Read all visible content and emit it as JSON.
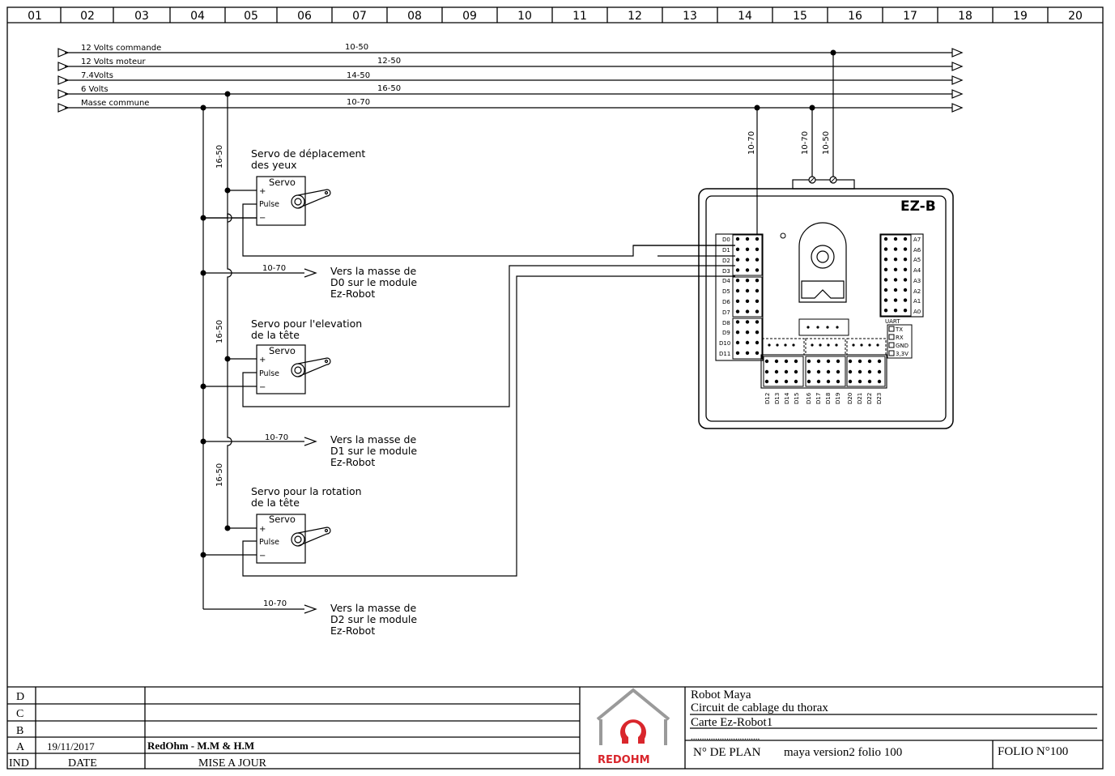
{
  "columns": [
    "01",
    "02",
    "03",
    "04",
    "05",
    "06",
    "07",
    "08",
    "09",
    "10",
    "11",
    "12",
    "13",
    "14",
    "15",
    "16",
    "17",
    "18",
    "19",
    "20"
  ],
  "buses": [
    {
      "label": "12 Volts commande",
      "cable": "10-50"
    },
    {
      "label": "12 Volts moteur",
      "cable": "12-50"
    },
    {
      "label": "7.4Volts",
      "cable": "14-50"
    },
    {
      "label": "6 Volts",
      "cable": "16-50"
    },
    {
      "label": "Masse commune",
      "cable": "10-70"
    }
  ],
  "servos": [
    {
      "title_line1": "Servo de déplacement",
      "title_line2": "des yeux",
      "box": "Servo",
      "plus": "+",
      "pulse": "Pulse",
      "minus": "−",
      "cable": "16-50"
    },
    {
      "title_line1": "Servo pour l'elevation",
      "title_line2": "de la tête",
      "box": "Servo",
      "plus": "+",
      "pulse": "Pulse",
      "minus": "−",
      "cable": "16-50"
    },
    {
      "title_line1": "Servo pour la rotation",
      "title_line2": "de la tête",
      "box": "Servo",
      "plus": "+",
      "pulse": "Pulse",
      "minus": "−",
      "cable": "16-50"
    }
  ],
  "ground_refs": [
    {
      "cable": "10-70",
      "line1": "Vers la masse de",
      "line2": "D0 sur le module",
      "line3": "Ez-Robot"
    },
    {
      "cable": "10-70",
      "line1": "Vers la masse de",
      "line2": "D1 sur le module",
      "line3": "Ez-Robot"
    },
    {
      "cable": "10-70",
      "line1": "Vers la masse de",
      "line2": "D2 sur le module",
      "line3": "Ez-Robot"
    }
  ],
  "board_cables": [
    "10-70",
    "10-70",
    "10-50"
  ],
  "board": {
    "title": "EZ-B",
    "left_pins": [
      "D0",
      "D1",
      "D2",
      "D3",
      "D4",
      "D5",
      "D6",
      "D7",
      "D8",
      "D9",
      "D10",
      "D11"
    ],
    "right_pins": [
      "A7",
      "A6",
      "A5",
      "A4",
      "A3",
      "A2",
      "A1",
      "A0"
    ],
    "bottom_pins": [
      "D12",
      "D13",
      "D14",
      "D15",
      "D16",
      "D17",
      "D18",
      "D19",
      "D20",
      "D21",
      "D22",
      "D23"
    ],
    "uart_title": "UART",
    "uart_pins": [
      "TX",
      "RX",
      "GND",
      "3,3V"
    ]
  },
  "title_block": {
    "revisions": [
      {
        "ind": "D",
        "date": "",
        "text": ""
      },
      {
        "ind": "C",
        "date": "",
        "text": ""
      },
      {
        "ind": "B",
        "date": "",
        "text": ""
      },
      {
        "ind": "A",
        "date": "19/11/2017",
        "text": "RedOhm  -  M.M & H.M"
      }
    ],
    "header": {
      "ind": "IND",
      "date": "DATE",
      "text": "MISE A JOUR"
    },
    "logo_text": "REDOHM",
    "project": "Robot Maya",
    "description": "Circuit de cablage du thorax",
    "board_name": "Carte Ez-Robot1",
    "dots": "...............................",
    "plan_label": "N° DE PLAN",
    "plan_value": "maya version2 folio 100",
    "folio": "FOLIO  N°100"
  },
  "colors": {
    "ink": "#000000",
    "logo_red": "#d9262c",
    "logo_grey": "#9a9a9a"
  }
}
